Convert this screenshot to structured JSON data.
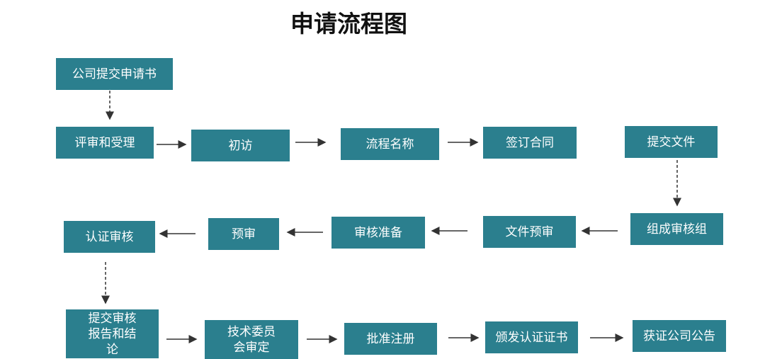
{
  "title": "申请流程图",
  "steps": {
    "submit_application": "公司提交申请书",
    "review_accept": "评审和受理",
    "initial_visit": "初访",
    "process_name": "流程名称",
    "sign_contract": "签订合同",
    "submit_documents": "提交文件",
    "form_audit_team": "组成审核组",
    "document_prereview": "文件预审",
    "audit_preparation": "审核准备",
    "pre_audit": "预审",
    "certification_audit": "认证审核",
    "submit_audit_report": "提交审核报告和结论",
    "tech_committee_review": "技术委员会审定",
    "approve_register": "批准注册",
    "issue_certificate": "颁发认证证书",
    "company_announcement": "获证公司公告"
  },
  "colors": {
    "box": "#2b7f8e",
    "box_text": "#ffffff",
    "arrow": "#333333"
  }
}
